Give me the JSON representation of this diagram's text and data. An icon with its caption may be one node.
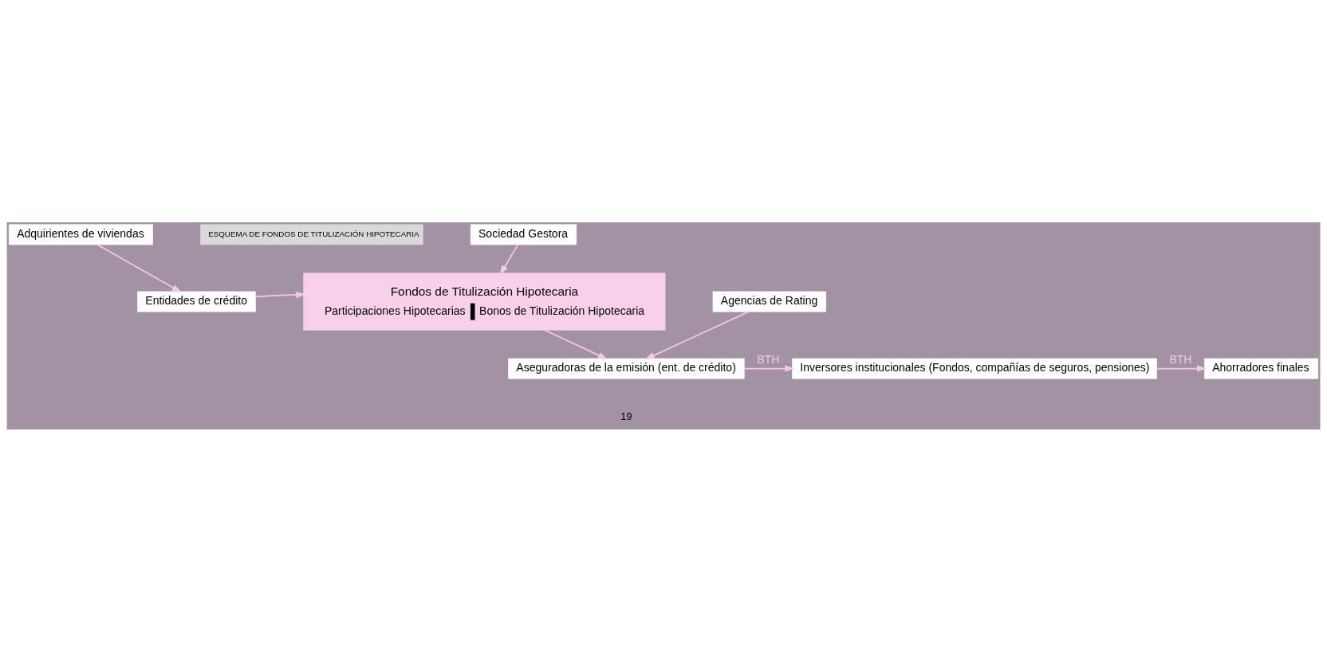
{
  "diagram": {
    "nodes": [
      {
        "text": [
          "ESQUEMA DE FONDOS DE TITULIZACIÓN HIPOTECARIA"
        ]
      },
      {
        "text": [
          "Adquirientes de viviendas"
        ]
      },
      {
        "text": [
          "Sociedad Gestora"
        ]
      },
      {
        "text": [
          "Fondos de Titulización Hipotecaria",
          "Participaciones Hipotecarias",
          "Bonos de Titulización Hipotecaria"
        ]
      },
      {
        "text": [
          "Entidades de crédito"
        ]
      },
      {
        "text": [
          "Agencias de Rating"
        ]
      },
      {
        "text": [
          "Ahorradores finales"
        ]
      },
      {
        "text": [
          "Inversores institucionales (Fondos, compañías de seguros, pensiones)"
        ]
      },
      {
        "text": [
          "Aseguradoras de la emisión (ent. de crédito)"
        ]
      }
    ],
    "edges": [
      {
        "from": 1,
        "to": 4,
        "arrow": "to"
      },
      {
        "from": 4,
        "to": 3,
        "arrow": "to"
      },
      {
        "from": 2,
        "to": 3,
        "arrow": "to"
      },
      {
        "from": 3,
        "to": 8,
        "arrow": "to"
      },
      {
        "from": 5,
        "to": 8,
        "arrow": "to"
      },
      {
        "from": 8,
        "to": 7,
        "arrow": "to",
        "label": "BTH"
      },
      {
        "from": 7,
        "to": 6,
        "arrow": "to",
        "label": "BTH"
      }
    ],
    "labels": [
      "19"
    ]
  }
}
